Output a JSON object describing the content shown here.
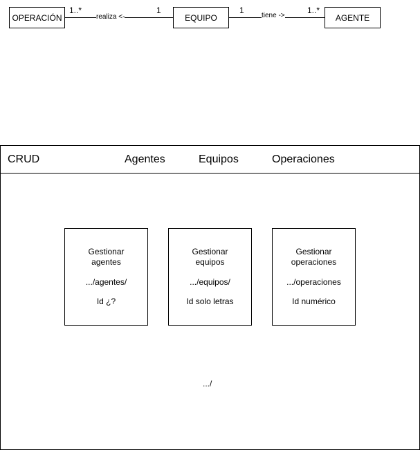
{
  "diagram": {
    "entities": {
      "operacion": "OPERACIÓN",
      "equipo": "EQUIPO",
      "agente": "AGENTE"
    },
    "relations": [
      {
        "label": "realiza <-",
        "left_mult": "1..*",
        "right_mult": "1"
      },
      {
        "label": "tiene ->",
        "left_mult": "1",
        "right_mult": "1..*"
      }
    ]
  },
  "mockup": {
    "brand": "CRUD",
    "nav": [
      "Agentes",
      "Equipos",
      "Operaciones"
    ],
    "cards": [
      {
        "title_line1": "Gestionar",
        "title_line2": "agentes",
        "path": ".../agentes/",
        "id": "Id ¿?"
      },
      {
        "title_line1": "Gestionar",
        "title_line2": "equipos",
        "path": ".../equipos/",
        "id": "Id solo letras"
      },
      {
        "title_line1": "Gestionar",
        "title_line2": "operaciones",
        "path": ".../operaciones",
        "id": "Id numérico"
      }
    ],
    "footer_path": ".../"
  }
}
